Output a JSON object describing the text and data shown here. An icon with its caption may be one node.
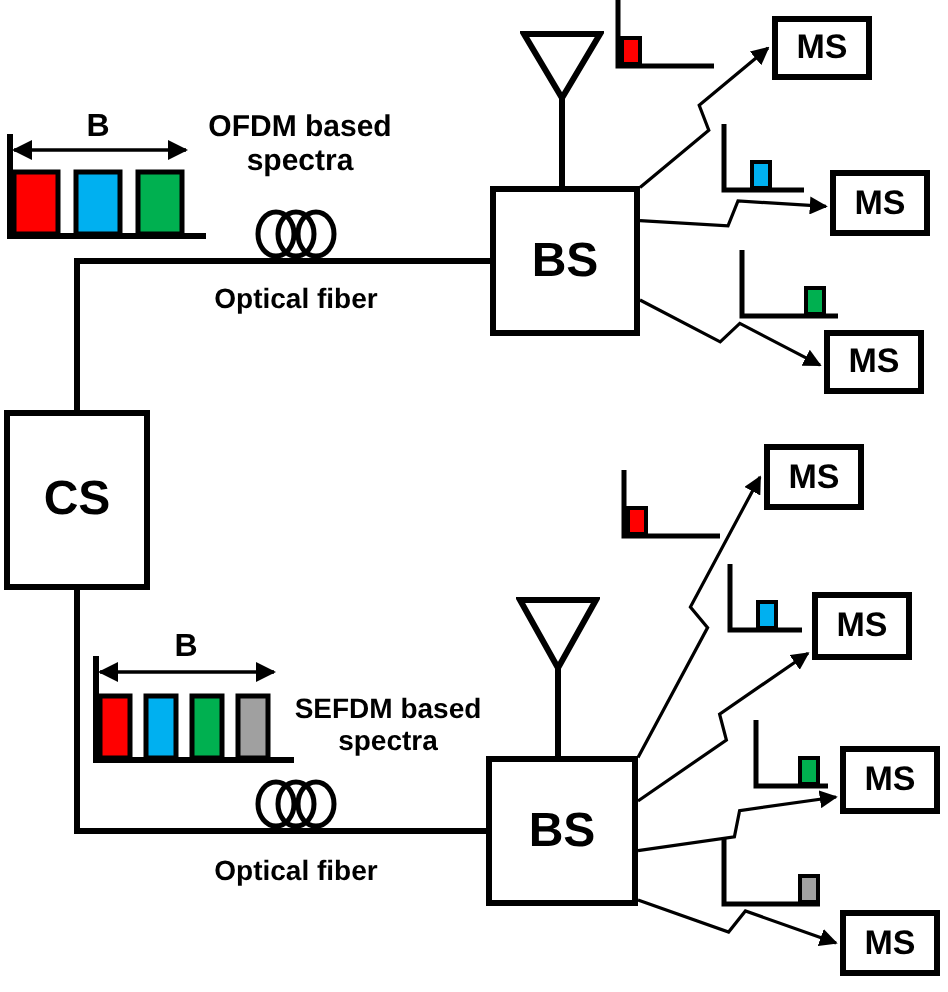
{
  "diagram": {
    "nodes": [
      {
        "text": [
          "CS"
        ]
      },
      {
        "text": [
          "BS"
        ]
      },
      {
        "text": [],
        "shape": "antenna"
      },
      {
        "text": [
          "MS"
        ]
      },
      {
        "text": [
          "MS"
        ]
      },
      {
        "text": [
          "MS"
        ]
      },
      {
        "text": [
          "BS"
        ]
      },
      {
        "text": [],
        "shape": "antenna"
      },
      {
        "text": [
          "MS"
        ]
      },
      {
        "text": [
          "MS"
        ]
      },
      {
        "text": [
          "MS"
        ]
      },
      {
        "text": [
          "MS"
        ]
      }
    ],
    "edges": [
      {
        "from": 0,
        "to": 1,
        "arrow": "none",
        "label": "Optical fiber"
      },
      {
        "from": 2,
        "to": 1,
        "arrow": "none"
      },
      {
        "from": 1,
        "to": 3,
        "arrow": "to"
      },
      {
        "from": 1,
        "to": 4,
        "arrow": "to"
      },
      {
        "from": 1,
        "to": 5,
        "arrow": "to"
      },
      {
        "from": 0,
        "to": 6,
        "arrow": "none",
        "label": "Optical fiber"
      },
      {
        "from": 7,
        "to": 6,
        "arrow": "none"
      },
      {
        "from": 6,
        "to": 8,
        "arrow": "to"
      },
      {
        "from": 6,
        "to": 9,
        "arrow": "to"
      },
      {
        "from": 6,
        "to": 10,
        "arrow": "to"
      },
      {
        "from": 6,
        "to": 11,
        "arrow": "to"
      }
    ],
    "labels": [
      "B",
      "OFDM based spectra",
      "B",
      "SEFDM based spectra"
    ]
  }
}
